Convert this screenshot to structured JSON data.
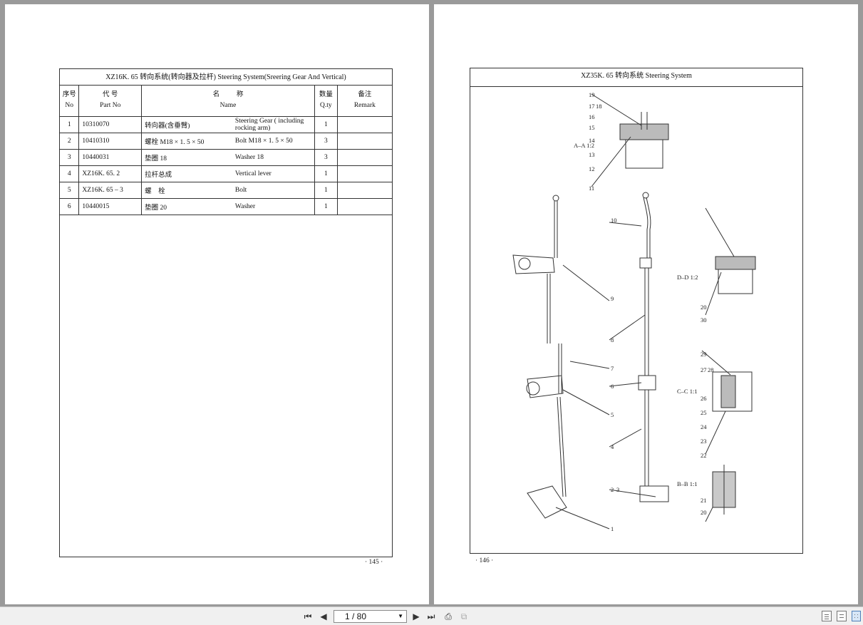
{
  "left_page": {
    "title": "XZ16K. 65   转向系统(转向器及拉杆)   Steering System(Sreering Gear And Vertical)",
    "headers": {
      "no_cn": "序号",
      "no_en": "No",
      "part_cn": "代  号",
      "part_en": "Part No",
      "name_cn": "名          称",
      "name_en": "Name",
      "qty_cn": "数量",
      "qty_en": "Q.ty",
      "remark_cn": "备注",
      "remark_en": "Remark"
    },
    "rows": [
      {
        "no": "1",
        "part": "10310070",
        "cn": "转向器(含垂臂)",
        "en": "Steering  Gear ( including rocking arm)",
        "qty": "1"
      },
      {
        "no": "2",
        "part": "10410310",
        "cn": "螺栓 M18 × 1. 5 × 50",
        "en": "Bolt M18 × 1. 5 × 50",
        "qty": "3"
      },
      {
        "no": "3",
        "part": "10440031",
        "cn": "垫圈 18",
        "en": "Washer 18",
        "qty": "3"
      },
      {
        "no": "4",
        "part": "XZ16K. 65. 2",
        "cn": "拉杆总成",
        "en": "Vertical lever",
        "qty": "1"
      },
      {
        "no": "5",
        "part": "XZ16K. 65 – 3",
        "cn": "螺    栓",
        "en": "Bolt",
        "qty": "1"
      },
      {
        "no": "6",
        "part": "10440015",
        "cn": "垫圈 20",
        "en": "Washer",
        "qty": "1"
      }
    ],
    "page_number": "· 145 ·"
  },
  "right_page": {
    "title": "XZ35K. 65   转向系统   Steering System",
    "page_number": "· 146 ·",
    "callouts": [
      "1",
      "2",
      "3",
      "4",
      "5",
      "6",
      "7",
      "8",
      "9",
      "10",
      "11",
      "12",
      "13",
      "14",
      "15",
      "16",
      "17",
      "18",
      "19",
      "20",
      "21",
      "22",
      "23",
      "24",
      "25",
      "26",
      "27",
      "28",
      "29",
      "30"
    ],
    "sections": [
      "A–A 1:2",
      "D–D 1:2",
      "C–C 1:1",
      "B–B 1:1"
    ]
  },
  "toolbar": {
    "page_indicator": "1 / 80",
    "first_icon": "first-page-icon",
    "prev_icon": "prev-page-icon",
    "next_icon": "next-page-icon",
    "last_icon": "last-page-icon"
  }
}
